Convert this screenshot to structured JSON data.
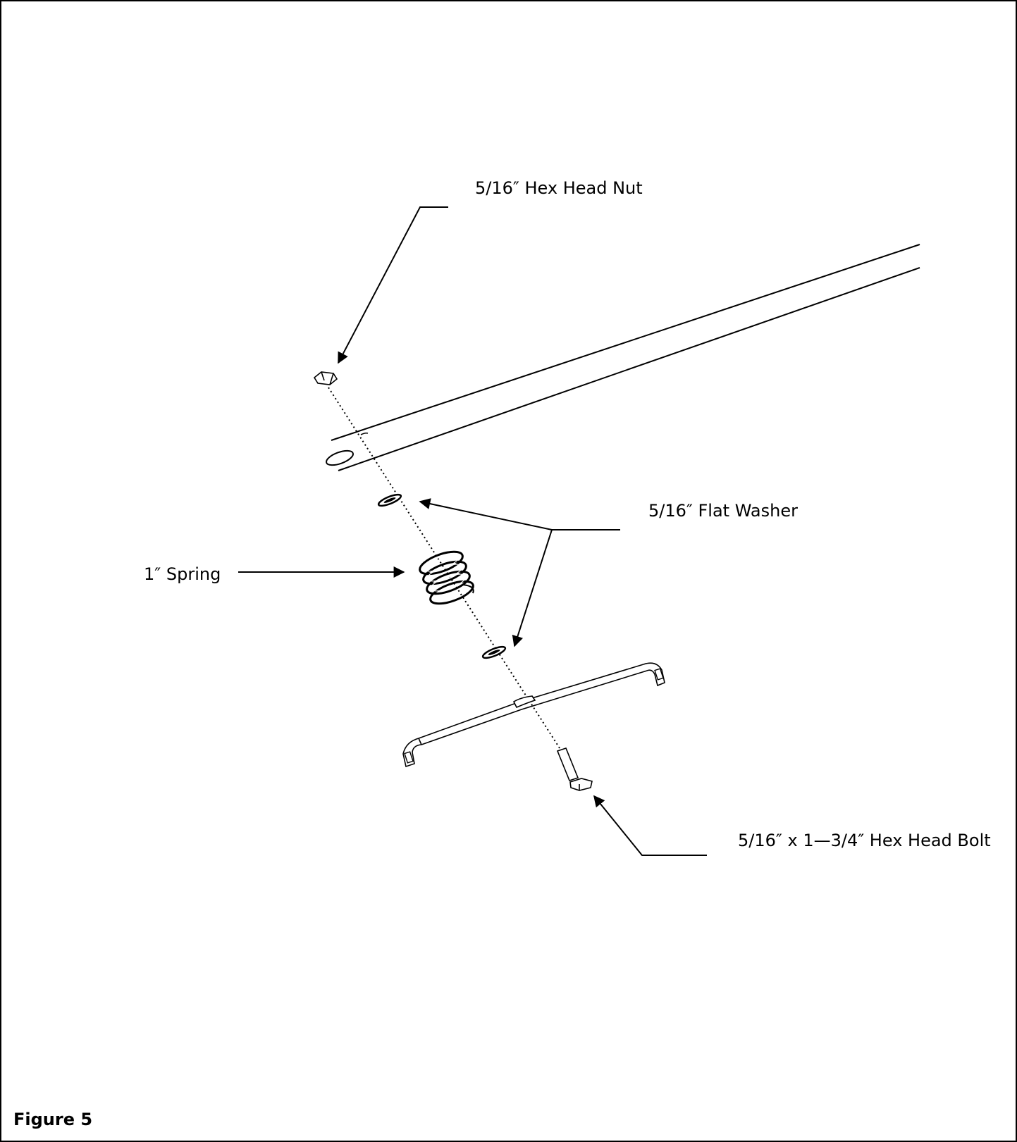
{
  "figure": {
    "caption": "Figure 5",
    "parts": {
      "hex_nut": "5/16″ Hex Head Nut",
      "flat_washer": "5/16″ Flat Washer",
      "spring": "1″ Spring",
      "hex_bolt": "5/16″ x 1—3/4″ Hex Head Bolt"
    }
  }
}
